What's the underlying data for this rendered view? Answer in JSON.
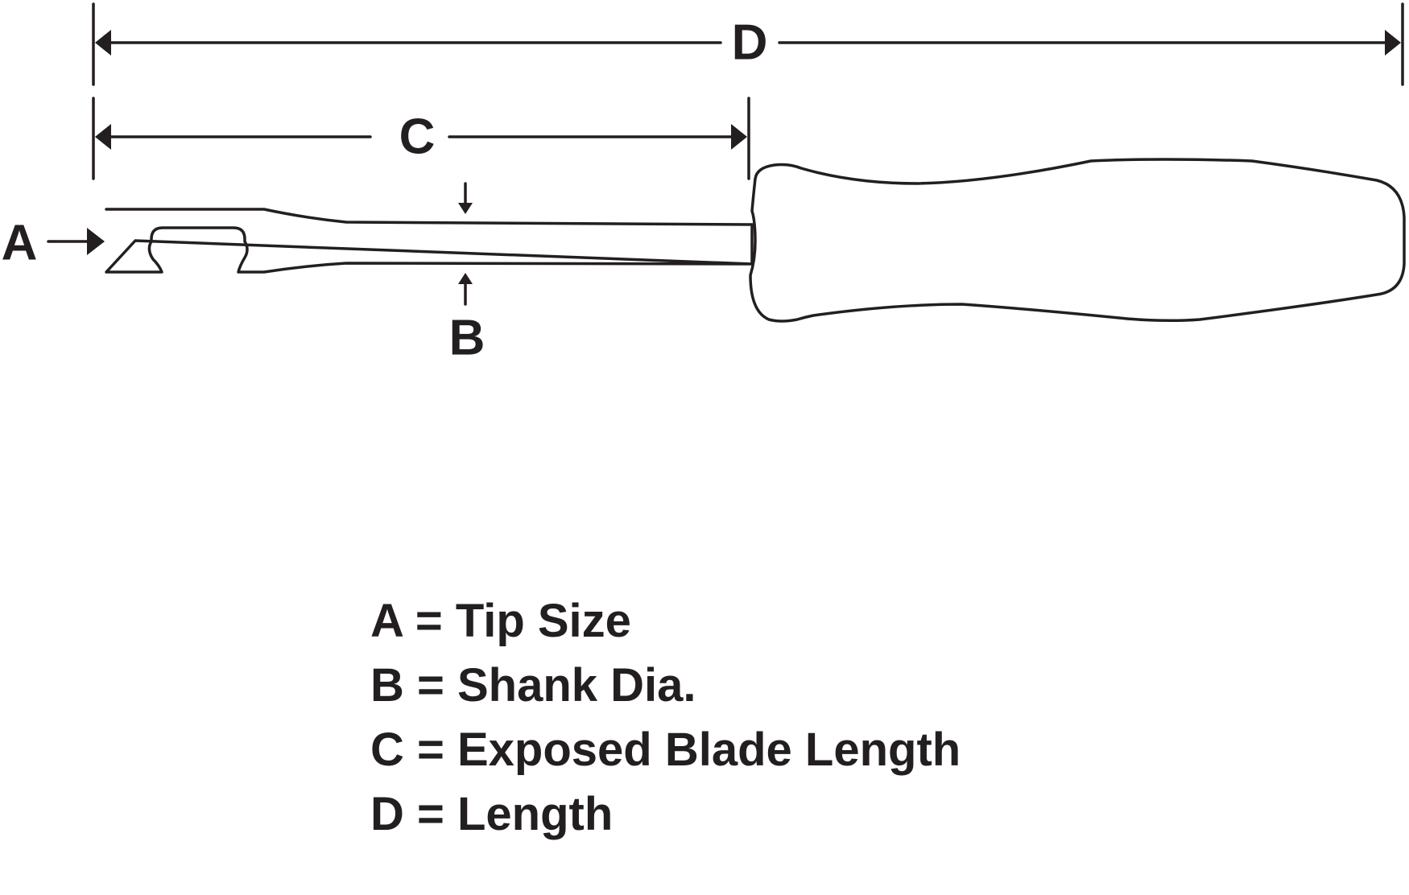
{
  "diagram": {
    "labels": {
      "a": "A",
      "b": "B",
      "c": "C",
      "d": "D"
    },
    "legend": [
      "A = Tip Size",
      "B = Shank Dia.",
      "C = Exposed Blade Length",
      "D = Length"
    ],
    "line_color": "#231f20",
    "background": "#ffffff"
  }
}
